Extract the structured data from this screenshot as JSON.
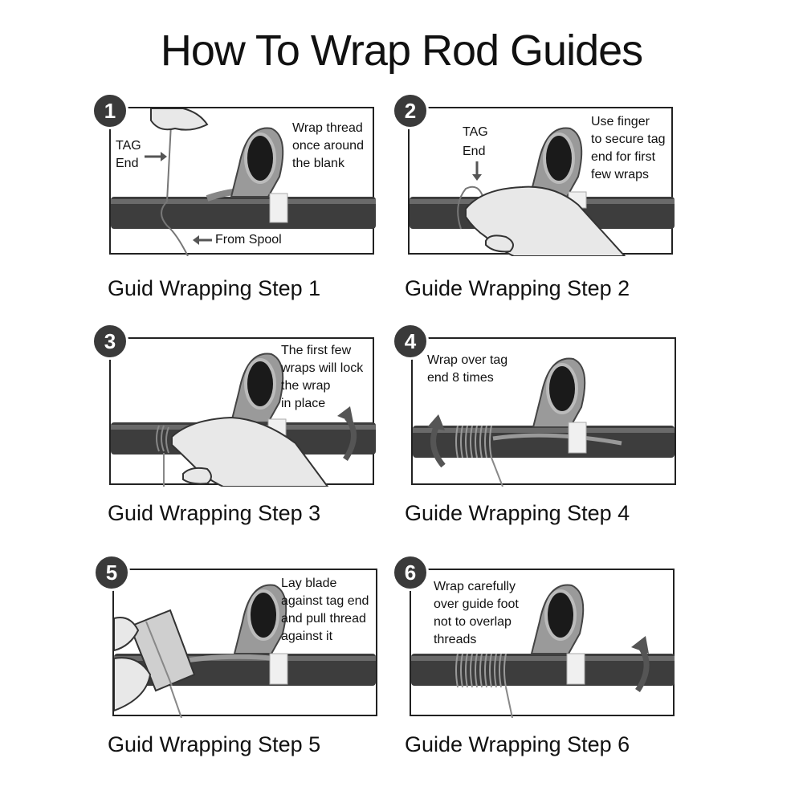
{
  "title": "How To Wrap Rod Guides",
  "steps": [
    {
      "number": "1",
      "caption": "Guid Wrapping Step 1",
      "note_lines": [
        "Wrap thread",
        "once around",
        "the blank"
      ],
      "tag_label_lines": [
        "TAG",
        "End"
      ],
      "spool_label": "From Spool"
    },
    {
      "number": "2",
      "caption": "Guide Wrapping Step 2",
      "note_lines": [
        "Use finger",
        "to secure tag",
        "end for first",
        "few wraps"
      ],
      "tag_label_lines": [
        "TAG",
        "End"
      ]
    },
    {
      "number": "3",
      "caption": "Guid Wrapping Step 3",
      "note_lines": [
        "The first few",
        "wraps will lock",
        "the wrap",
        "in place"
      ]
    },
    {
      "number": "4",
      "caption": "Guide Wrapping Step 4",
      "note_lines": [
        "Wrap over tag",
        "end 8 times"
      ]
    },
    {
      "number": "5",
      "caption": "Guid Wrapping Step 5",
      "note_lines": [
        "Lay blade",
        "against tag end",
        "and pull thread",
        "against it"
      ]
    },
    {
      "number": "6",
      "caption": "Guide Wrapping Step 6",
      "note_lines": [
        "Wrap carefully",
        "over guide foot",
        "not to overlap",
        "threads"
      ]
    }
  ]
}
